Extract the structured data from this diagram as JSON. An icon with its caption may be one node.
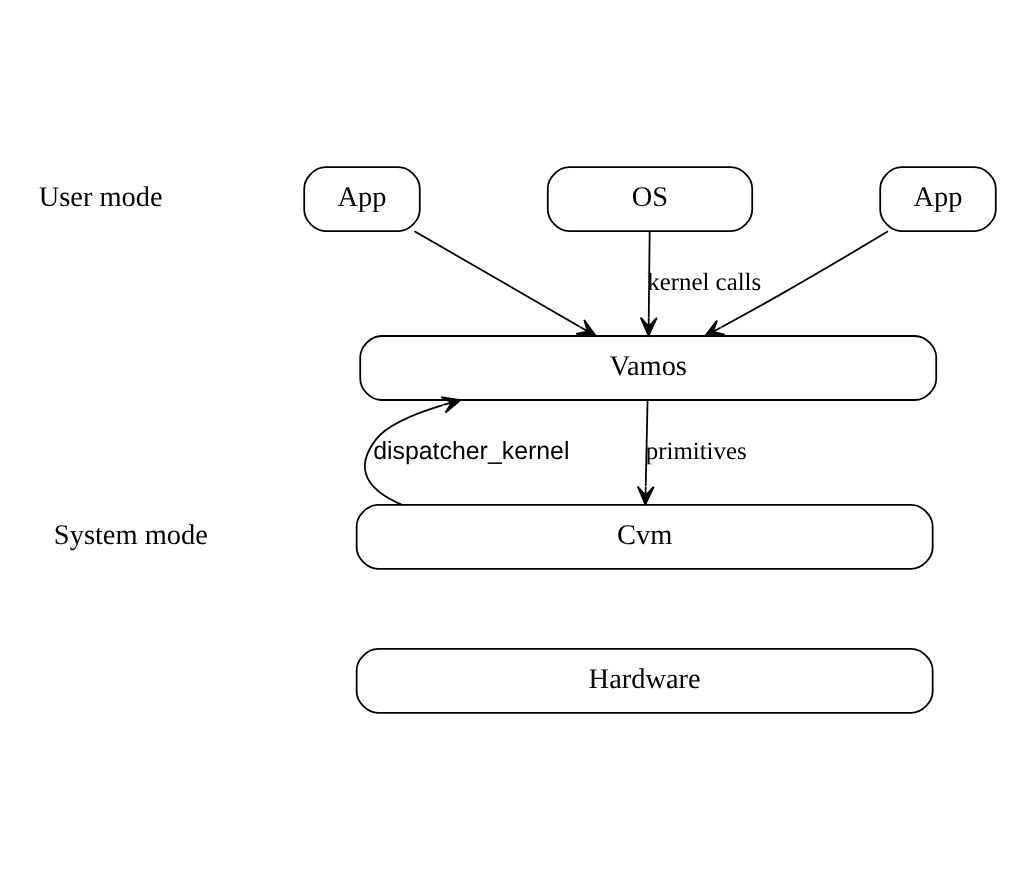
{
  "diagram": {
    "nodes": [
      {
        "text": [
          "App"
        ]
      },
      {
        "text": [
          "OS"
        ]
      },
      {
        "text": [
          "App"
        ]
      },
      {
        "text": [
          "Vamos"
        ]
      },
      {
        "text": [
          "Cvm"
        ]
      },
      {
        "text": [
          "Hardware"
        ]
      }
    ],
    "edges": [
      {
        "from": 0,
        "to": 3,
        "arrow": "to"
      },
      {
        "from": 1,
        "to": 3,
        "arrow": "to",
        "label": "kernel calls"
      },
      {
        "from": 2,
        "to": 3,
        "arrow": "to"
      },
      {
        "from": 4,
        "to": 3,
        "arrow": "to",
        "label": "dispatcher_kernel"
      },
      {
        "from": 3,
        "to": 4,
        "arrow": "to",
        "label": "primitives"
      }
    ],
    "labels": [
      "User mode",
      "System mode"
    ]
  }
}
